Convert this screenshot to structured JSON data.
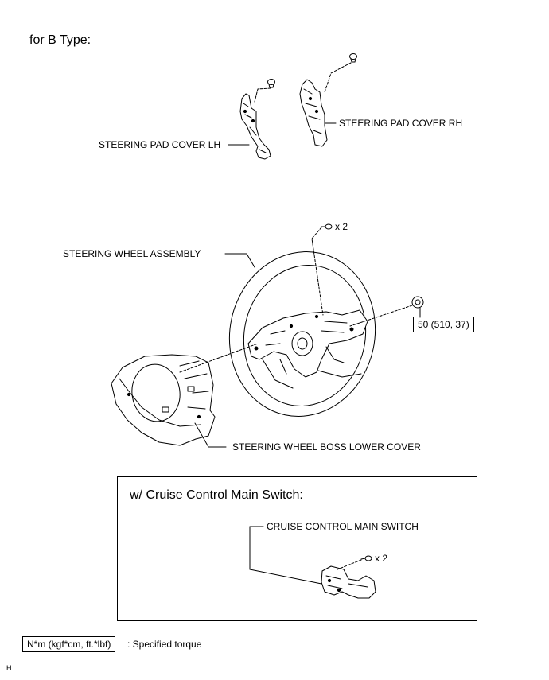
{
  "section_title": "for B Type:",
  "labels": {
    "pad_cover_lh": "STEERING PAD COVER LH",
    "pad_cover_rh": "STEERING PAD COVER RH",
    "wheel_assembly": "STEERING WHEEL ASSEMBLY",
    "screw_qty_wheel": "x 2",
    "torque_value": "50 (510, 37)",
    "boss_lower_cover": "STEERING WHEEL BOSS LOWER COVER"
  },
  "inset": {
    "title": "w/ Cruise Control Main Switch:",
    "switch_label": "CRUISE CONTROL MAIN SWITCH",
    "screw_qty": "x 2"
  },
  "legend": {
    "unit_box": "N*m (kgf*cm, ft.*lbf)",
    "description": ": Specified torque"
  },
  "corner_code": "H"
}
